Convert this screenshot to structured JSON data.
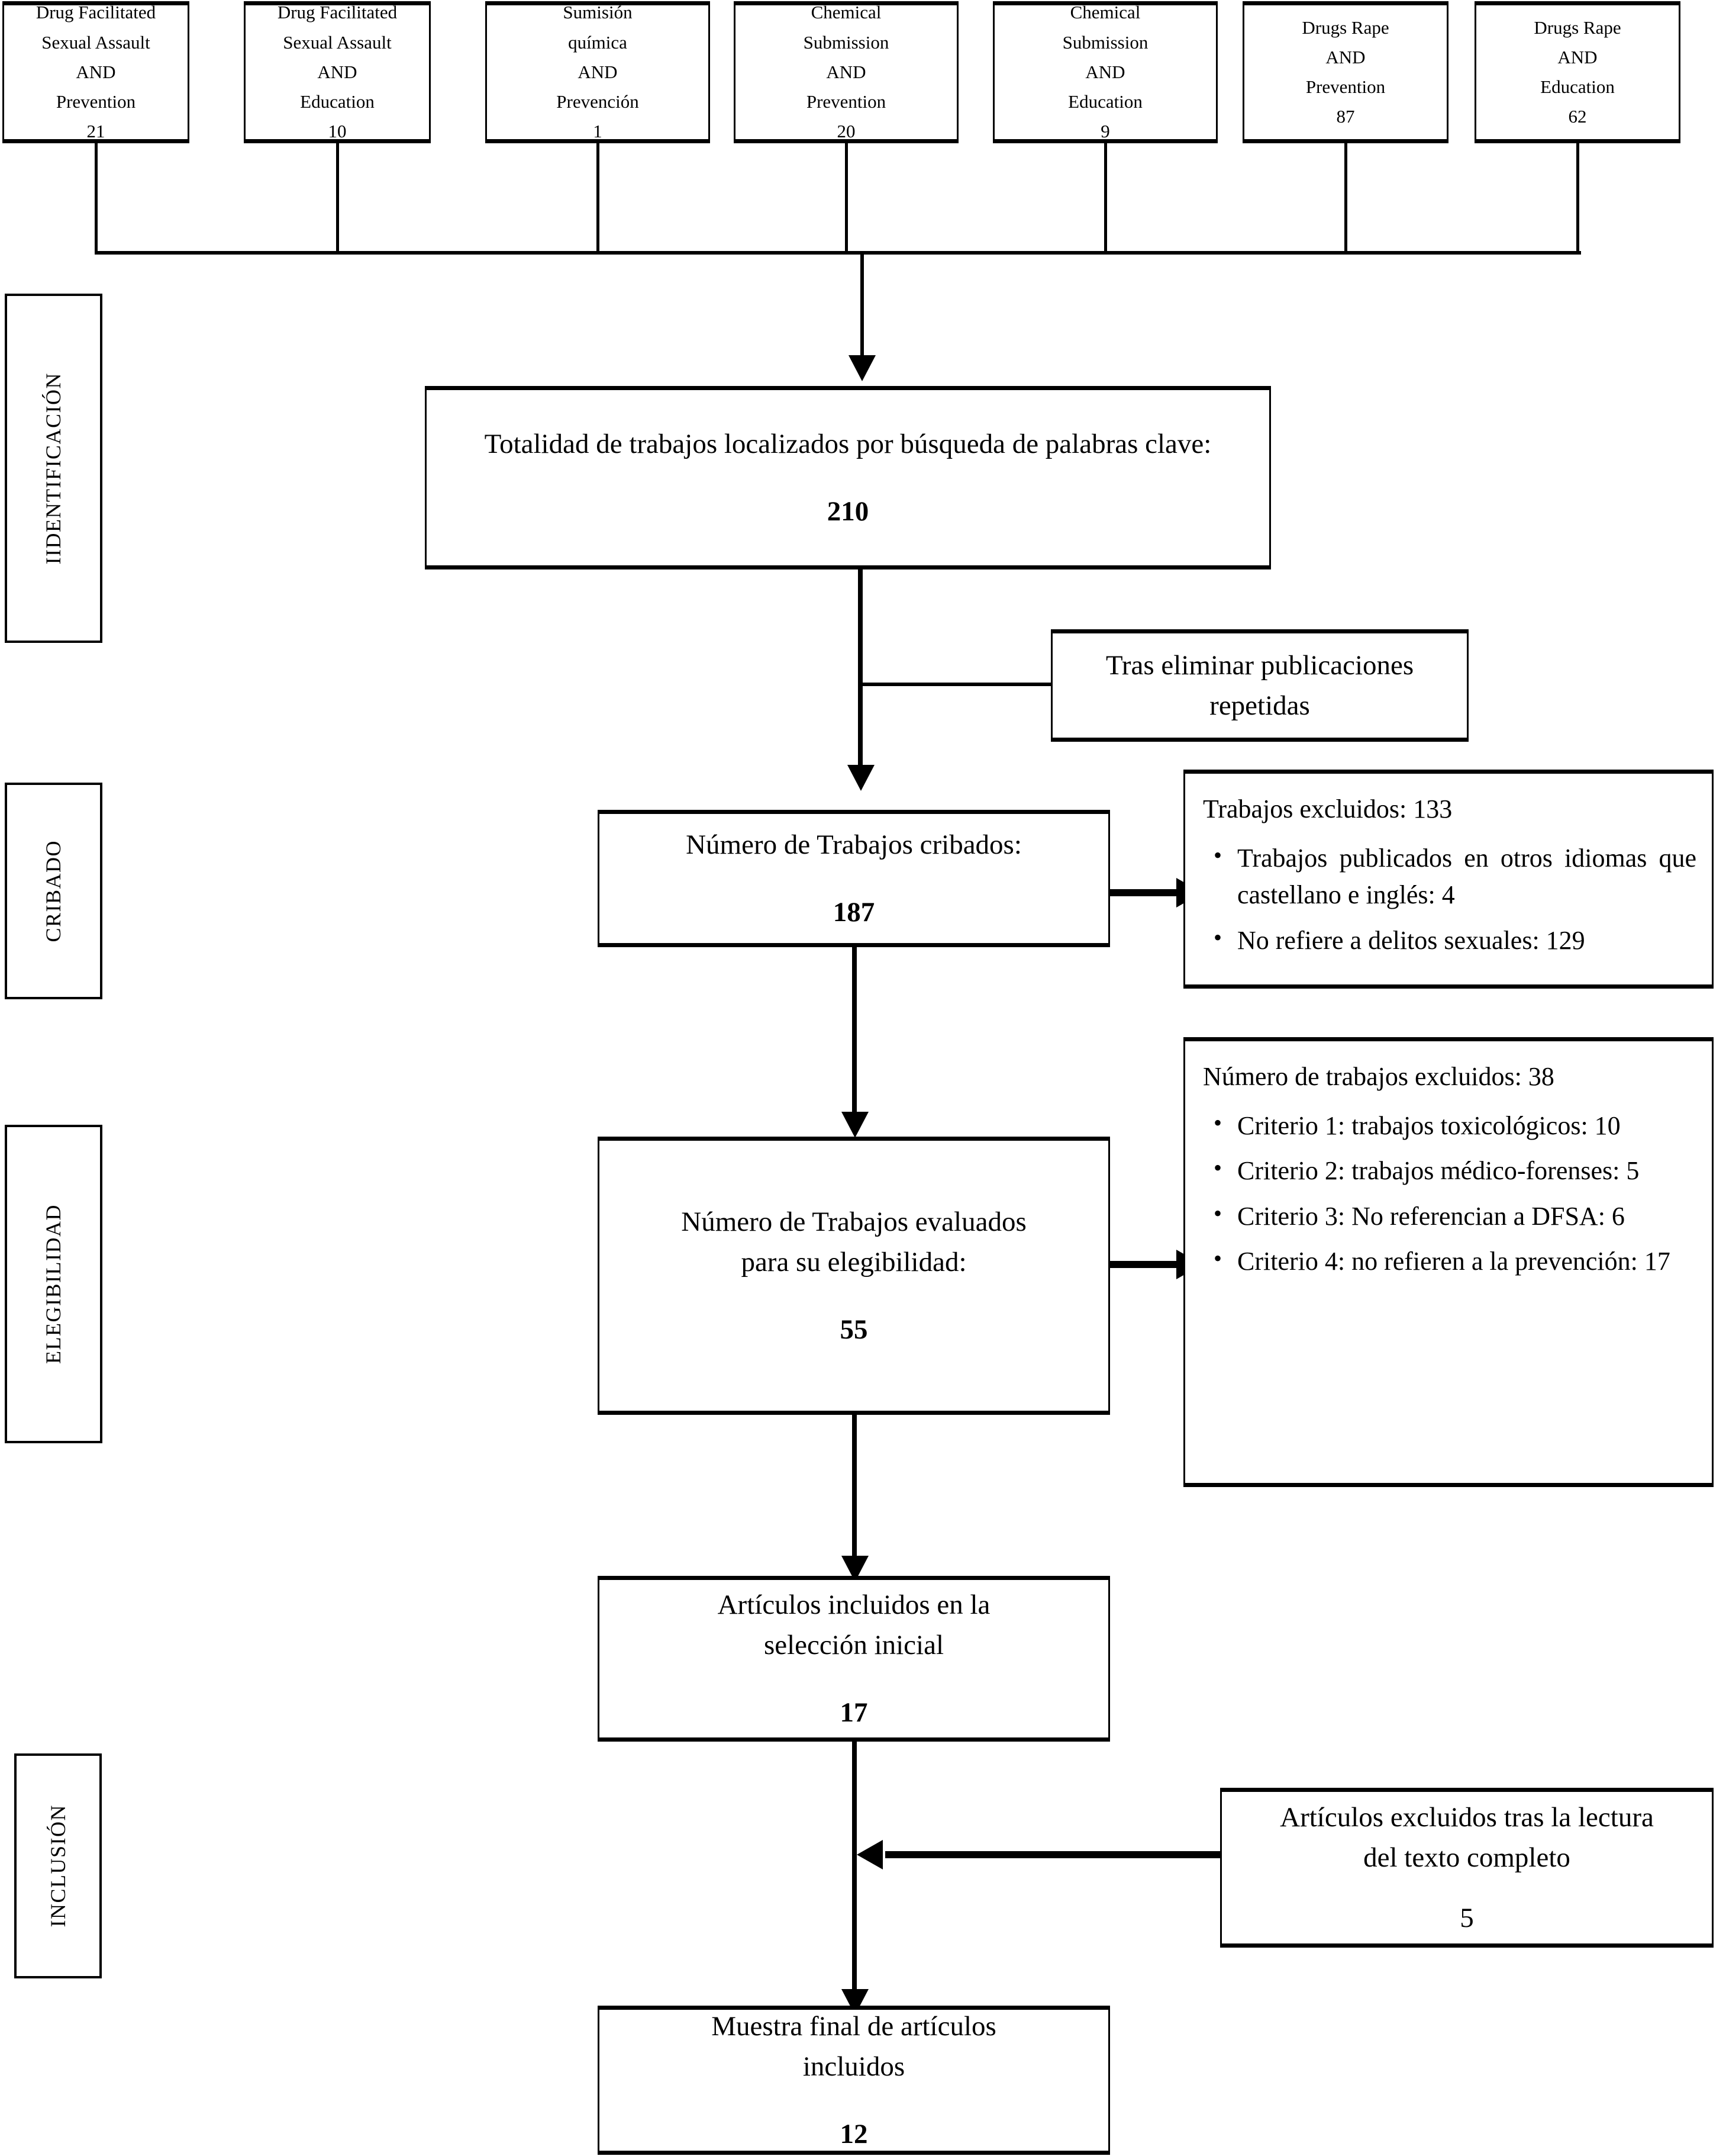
{
  "diagram": {
    "type": "prisma-flow-diagram",
    "language": "es"
  },
  "stages": [
    {
      "label": "IIDENTIFICACIÓN"
    },
    {
      "label": "CRIBADO"
    },
    {
      "label": "ELEGIBILIDAD"
    },
    {
      "label": "INCLUSIÓN"
    }
  ],
  "sources": [
    {
      "lines": [
        "Drug Facilitated",
        "Sexual Assault",
        "AND",
        "Prevention"
      ],
      "count": "21"
    },
    {
      "lines": [
        "Drug Facilitated",
        "Sexual Assault",
        "AND",
        "Education"
      ],
      "count": "10"
    },
    {
      "lines": [
        "Sumisión",
        "química",
        "AND",
        "Prevención"
      ],
      "count": "1"
    },
    {
      "lines": [
        "Chemical",
        "Submission",
        "AND",
        "Prevention"
      ],
      "count": "20"
    },
    {
      "lines": [
        "Chemical",
        "Submission",
        "AND",
        "Education"
      ],
      "count": "9"
    },
    {
      "lines": [
        "Drugs Rape",
        "AND",
        "Prevention"
      ],
      "count": "87"
    },
    {
      "lines": [
        "Drugs Rape",
        "AND",
        "Education"
      ],
      "count": "62"
    }
  ],
  "identified": {
    "title": "Totalidad de trabajos localizados por búsqueda de palabras clave:",
    "count": "210"
  },
  "duplicates_note": {
    "line1": "Tras eliminar publicaciones",
    "line2": "repetidas"
  },
  "screened": {
    "title": "Número de Trabajos cribados:",
    "count": "187"
  },
  "screened_excluded": {
    "header": "Trabajos excluidos: 133",
    "items": [
      "Trabajos publicados en otros idiomas que castellano e inglés: 4",
      "No refiere a delitos sexuales: 129"
    ]
  },
  "eligibility": {
    "line1": "Número de Trabajos evaluados",
    "line2": "para su elegibilidad:",
    "count": "55"
  },
  "eligibility_excluded": {
    "header": "Número de trabajos excluidos: 38",
    "items": [
      "Criterio 1: trabajos toxicológicos: 10",
      "Criterio 2: trabajos médico-forenses: 5",
      "Criterio 3: No referencian a DFSA: 6",
      "Criterio 4: no refieren a la prevención: 17"
    ]
  },
  "initial_selection": {
    "line1": "Artículos incluidos en la",
    "line2": "selección inicial",
    "count": "17"
  },
  "fulltext_excluded": {
    "line1": "Artículos excluidos tras la lectura",
    "line2": "del texto completo",
    "count": "5"
  },
  "final_sample": {
    "line1": "Muestra final de artículos",
    "line2": "incluidos",
    "count": "12"
  },
  "colors": {
    "stroke": "#000000",
    "background": "#ffffff"
  }
}
